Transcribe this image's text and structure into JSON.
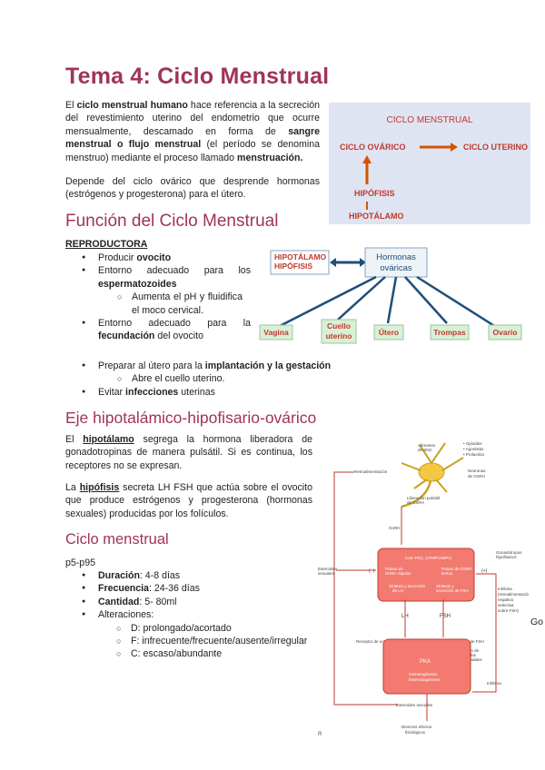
{
  "title": "Tema 4: Ciclo Menstrual",
  "intro": {
    "p1": [
      "El ",
      "ciclo menstrual humano",
      " hace referencia a la secreción del revestimiento uterino del endometrio que ocurre mensualmente, descamado en forma de ",
      "sangre menstrual o flujo menstrual",
      " (el período se denomina menstruo) mediante el proceso llamado ",
      "menstruación."
    ],
    "p2": "Depende del ciclo ovárico que desprende hormonas (estrógenos y progesterona) para el útero."
  },
  "diagram1": {
    "title": "CICLO MENSTRUAL",
    "left": "CICLO OVÁRICO",
    "right": "CICLO UTERINO",
    "hipofisis": "HIPÓFISIS",
    "hipotalamo": "HIPOTÁLAMO",
    "colors": {
      "bg": "#dfe4f3",
      "text": "#c0392b",
      "arrow": "#d35400"
    }
  },
  "funcion": {
    "heading": "Función del Ciclo Menstrual",
    "sub": "REPRODUCTORA",
    "items": [
      {
        "pre": "Producir ",
        "bold": "ovocito",
        "post": ""
      },
      {
        "pre": "Entorno adecuado para los ",
        "bold": "espermatozoides",
        "post": ""
      },
      {
        "pre": "Entorno adecuado para la ",
        "bold": "fecundación",
        "post": " del ovocito"
      },
      {
        "pre": "Preparar al útero para la ",
        "bold": "implantación y la gestación",
        "post": ""
      },
      {
        "pre": "Evitar ",
        "bold": "infecciones",
        "post": " uterinas"
      }
    ],
    "sub1": "Aumenta el pH y fluidifica el moco cervical.",
    "sub2": "Abre el cuello uterino."
  },
  "diagram2": {
    "left": [
      "HIPOTÁLAMO",
      "HIPÓFISIS"
    ],
    "center": [
      "Hormonas",
      "ováricas"
    ],
    "targets": [
      "Vagina",
      "Cuello\nuterino",
      "Útero",
      "Trompas",
      "Ovario"
    ],
    "colors": {
      "line": "#1f4e79",
      "box_border": "#86a3c3",
      "box_bg": "#eef3f8",
      "target_text": "#c0392b",
      "target_bg": "#d8f0d8"
    }
  },
  "eje": {
    "heading": "Eje hipotalámico-hipofisario-ovárico",
    "p1": [
      "El ",
      "hipotálamo",
      " segrega la hormona liberadora de gonadotropinas de manera pulsátil. Si es continua, los receptores no se expresan."
    ],
    "p2": [
      "La ",
      "hipófisis",
      " secreta LH FSH que actúa sobre el ovocito que produce estrógenos y progesterona (hormonas sexuales) producidas por los folículos."
    ]
  },
  "ciclo": {
    "heading": "Ciclo menstrual",
    "ref": "p5-p95",
    "items": [
      {
        "bold": "Duración",
        "rest": ": 4-8 días"
      },
      {
        "bold": "Frecuencia",
        "rest": ": 24-36 días"
      },
      {
        "bold": "Cantidad",
        "rest": ": 5- 80ml"
      }
    ],
    "alter": "Alteraciones:",
    "alter_items": [
      "D: prolongado/acortado",
      "F: infrecuente/frecuente/ausente/irregular",
      "C: escaso/abundante"
    ]
  },
  "diagram3": {
    "side_text": "Go",
    "labels": {
      "gnrh": "GnRH",
      "lh": "LH",
      "fsh": "FSH",
      "plus": "(+)",
      "minus": "(−)",
      "pka": "PKA"
    },
    "colors": {
      "box": "#f27a70",
      "line": "#c0392b",
      "neuron": "#f5c842"
    }
  }
}
